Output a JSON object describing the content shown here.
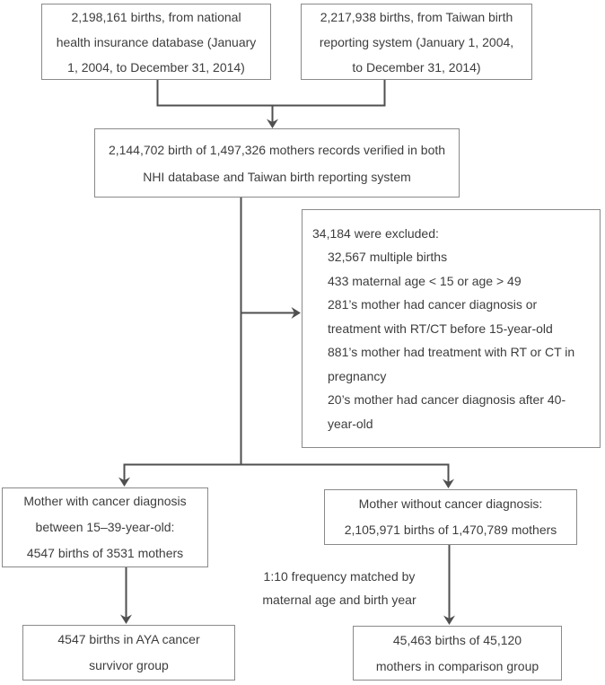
{
  "boxes": {
    "nhi_source": {
      "lines": [
        "2,198,161 births, from national",
        "health insurance database (January",
        "1, 2004, to December 31, 2014)"
      ]
    },
    "birth_registry": {
      "lines": [
        "2,217,938 births, from Taiwan birth",
        "reporting system (January 1, 2004,",
        "to December 31, 2014)"
      ]
    },
    "verified": {
      "lines": [
        "2,144,702 birth of 1,497,326 mothers records verified in both",
        "NHI database and Taiwan birth reporting system"
      ]
    },
    "excluded": {
      "lines": [
        "34,184 were excluded:",
        "32,567 multiple births",
        "433 maternal age < 15 or age > 49",
        "281’s mother had cancer diagnosis or",
        "treatment with RT/CT before 15-year-old",
        "881’s mother had treatment with RT or CT in",
        "pregnancy",
        "20’s mother had cancer diagnosis after 40-",
        "year-old"
      ]
    },
    "with_cancer": {
      "lines": [
        "Mother with cancer diagnosis",
        "between 15–39-year-old:",
        "4547 births of 3531 mothers"
      ]
    },
    "without_cancer": {
      "lines": [
        "Mother without cancer diagnosis:",
        "2,105,971 births of 1,470,789 mothers"
      ]
    },
    "aya_group": {
      "lines": [
        "4547 births in AYA cancer",
        "survivor group"
      ]
    },
    "comparison_group": {
      "lines": [
        "45,463 births of 45,120",
        "mothers in comparison group"
      ]
    }
  },
  "labels": {
    "matching": {
      "lines": [
        "1:10 frequency matched by",
        "maternal age and birth year"
      ]
    }
  },
  "colors": {
    "box_border": "#8a8a8a",
    "connector": "#4f4f4f",
    "text": "#3d3d3d",
    "background": "#ffffff"
  }
}
